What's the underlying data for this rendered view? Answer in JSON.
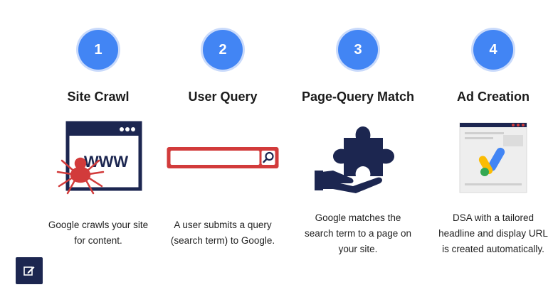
{
  "steps": [
    {
      "number": "1",
      "title": "Site Crawl",
      "illustration": "browser-window-with-spider-icon",
      "browser_text": "WWW",
      "desc": [
        "Google crawls your site",
        "for content."
      ]
    },
    {
      "number": "2",
      "title": "User Query",
      "illustration": "search-bar-icon",
      "desc": [
        "A user submits a query",
        "(search term) to Google."
      ]
    },
    {
      "number": "3",
      "title": "Page-Query Match",
      "illustration": "hand-with-puzzle-piece-icon",
      "desc": [
        "Google matches the",
        "search term to a page on",
        "your site."
      ]
    },
    {
      "number": "4",
      "title": "Ad Creation",
      "illustration": "google-ads-page-icon",
      "desc": [
        "DSA with a tailored",
        "headline and display URL",
        "is created automatically."
      ]
    }
  ],
  "colors": {
    "circle": "#4285f4",
    "navy": "#1c2650",
    "red": "#d23b3b",
    "ads_blue": "#4285f4",
    "ads_yellow": "#fbbc04",
    "ads_green": "#34a853"
  },
  "footer_icon": "edit-icon"
}
